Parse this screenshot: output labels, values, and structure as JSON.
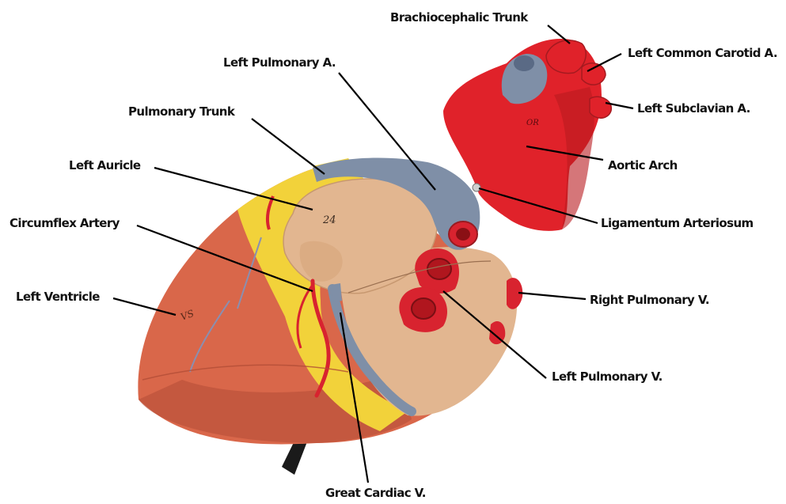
{
  "image": {
    "subject": "Anatomical heart model",
    "background_color": "#ffffff",
    "colors": {
      "ventricle": "#d9674a",
      "fat": "#f2d23a",
      "auricle": "#e2b690",
      "aorta": "#e0222a",
      "pulmonary": "#7f8fa7",
      "vein_red": "#d8232f",
      "stand": "#1a1a1a"
    }
  },
  "labels": {
    "brachiocephalic_trunk": "Brachiocephalic Trunk",
    "left_common_carotid": "Left Common Carotid A.",
    "left_subclavian": "Left Subclavian A.",
    "left_pulmonary_a": "Left Pulmonary A.",
    "pulmonary_trunk": "Pulmonary Trunk",
    "aortic_arch": "Aortic Arch",
    "left_auricle": "Left Auricle",
    "ligamentum_arteriosum": "Ligamentum Arteriosum",
    "circumflex_artery": "Circumflex Artery",
    "left_ventricle": "Left Ventricle",
    "right_pulmonary_v": "Right Pulmonary V.",
    "left_pulmonary_v": "Left Pulmonary V.",
    "great_cardiac_v": "Great Cardiac V."
  },
  "model_markings": {
    "auricle_mark": "24",
    "ventricle_mark": "VS",
    "aorta_mark": "OR"
  }
}
